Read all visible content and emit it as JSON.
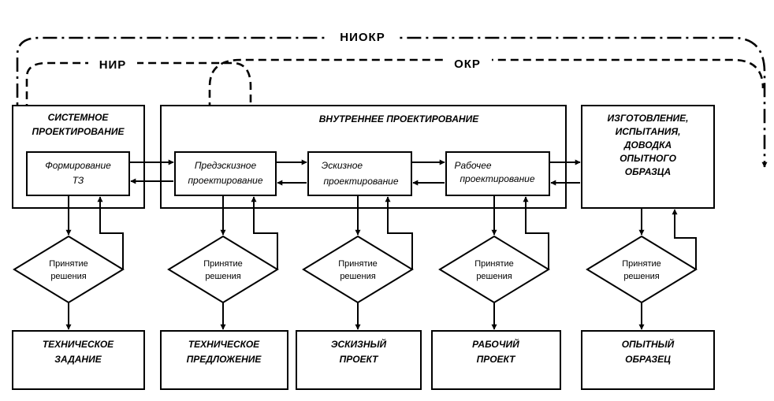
{
  "arcs": {
    "niokr": "НИОКР",
    "nir": "НИР",
    "okr": "ОКР"
  },
  "blocks": {
    "system": [
      "СИСТЕМНОЕ",
      "ПРОЕКТИРОВАНИЕ"
    ],
    "internal": "ВНУТРЕННЕЕ ПРОЕКТИРОВАНИЕ",
    "manufacture": [
      "ИЗГОТОВЛЕНИЕ,",
      "ИСПЫТАНИЯ,",
      "ДОВОДКА",
      "ОПЫТНОГО",
      "ОБРАЗЦА"
    ]
  },
  "stages": [
    [
      "Формирование",
      "ТЗ"
    ],
    [
      "Предэскизное",
      "проектирование"
    ],
    [
      "Эскизное",
      "проектирование"
    ],
    [
      "Рабочее",
      "проектирование"
    ]
  ],
  "decision": [
    "Принятие",
    "решения"
  ],
  "outputs": [
    [
      "ТЕХНИЧЕСКОЕ",
      "ЗАДАНИЕ"
    ],
    [
      "ТЕХНИЧЕСКОЕ",
      "ПРЕДЛОЖЕНИЕ"
    ],
    [
      "ЭСКИЗНЫЙ",
      "ПРОЕКТ"
    ],
    [
      "РАБОЧИЙ",
      "ПРОЕКТ"
    ],
    [
      "ОПЫТНЫЙ",
      "ОБРАЗЕЦ"
    ]
  ]
}
